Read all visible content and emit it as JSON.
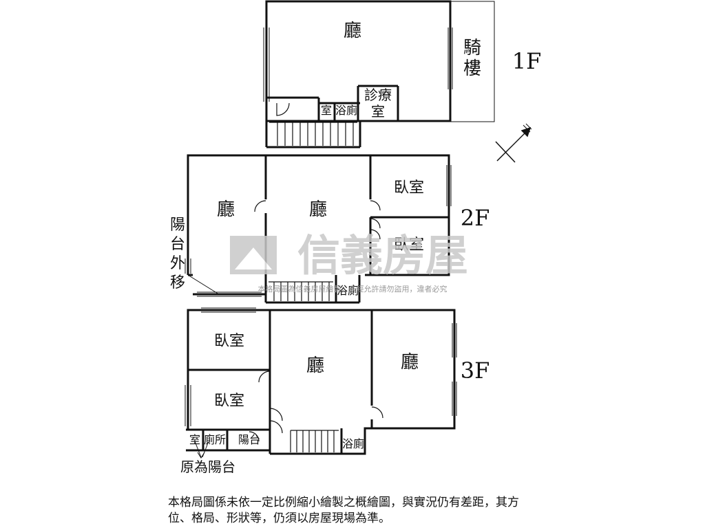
{
  "floors": {
    "f1": {
      "level": "1F",
      "rooms": {
        "hall": "廳",
        "arcade": "騎\n樓",
        "clinic": "診療\n室",
        "room_small": "室",
        "bath": "浴廁"
      }
    },
    "f2": {
      "level": "2F",
      "rooms": {
        "hall_left": "廳",
        "hall_mid": "廳",
        "bedroom_top": "臥室",
        "bedroom_bottom": "臥室",
        "bath": "浴廁",
        "balcony_note": "陽\n台\n外\n移"
      }
    },
    "f3": {
      "level": "3F",
      "rooms": {
        "bedroom_top": "臥室",
        "bedroom_bottom": "臥室",
        "hall_mid": "廳",
        "hall_right": "廳",
        "room_small": "室",
        "toilet": "廁所",
        "balcony": "陽台",
        "bath": "浴廁",
        "balcony_note": "原為陽台"
      }
    }
  },
  "watermark": {
    "brand": "信義房屋",
    "notice": "本格局圖為信義房屋繪製，未經允許請勿盜用，違者必究"
  },
  "disclaimer": "本格局圖係未依一定比例縮小繪製之概繪圖，與實況仍有差距，其方位、格局、形狀等，仍須以房屋現場為準。",
  "icons": {
    "compass": "north-arrow-icon",
    "logo": "house-logo-icon"
  },
  "colors": {
    "line": "#111111",
    "watermark": "#c8c8c8"
  }
}
